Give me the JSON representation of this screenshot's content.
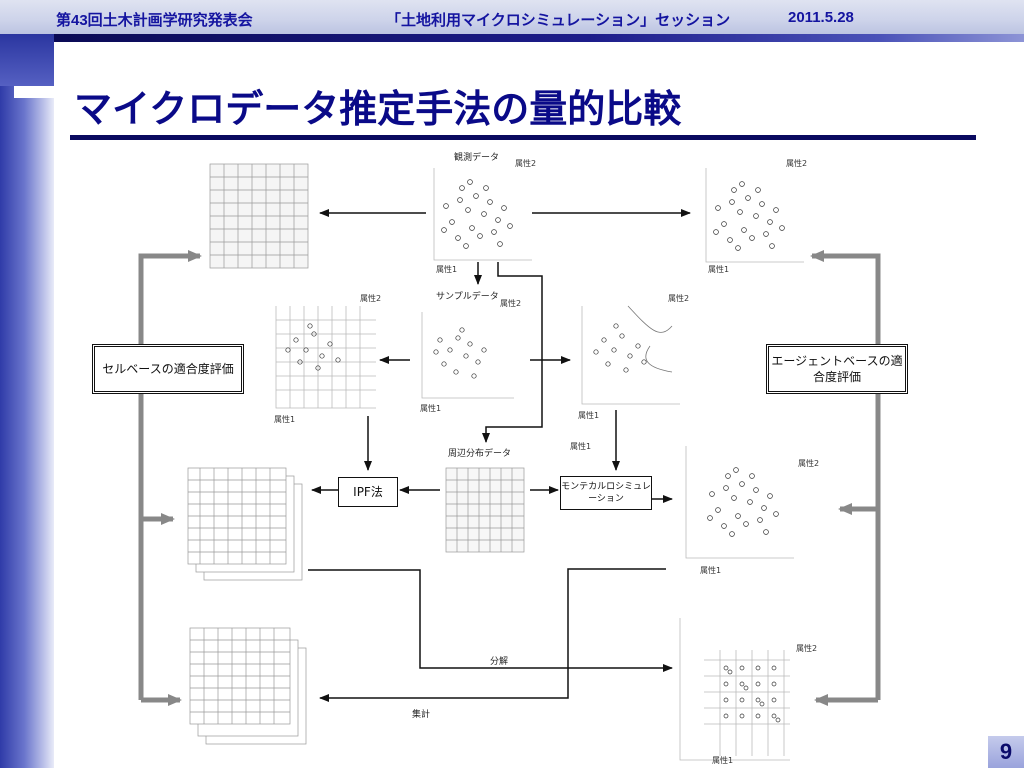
{
  "header": {
    "conference": "第43回土木計画学研究発表会",
    "session": "「土地利用マイクロシミュレーション」セッション",
    "date": "2011.5.28"
  },
  "slide": {
    "title": "マイクロデータ推定手法の量的比較",
    "page_number": "9"
  },
  "diagram": {
    "observed_data": "観測データ",
    "sample_data": "サンプルデータ",
    "marginal_data": "周辺分布データ",
    "attr1": "属性1",
    "attr2": "属性2",
    "cell_eval": "セルベースの適合度評価",
    "agent_eval": "エージェントベースの適合度評価",
    "ipf": "IPF法",
    "monte_carlo": "モンテカルロシミュレーション",
    "decompose": "分解",
    "aggregate": "集計"
  },
  "colors": {
    "accent": "#0a0a88",
    "bar": "#1c1c8a",
    "arrow_gray": "#888888"
  }
}
